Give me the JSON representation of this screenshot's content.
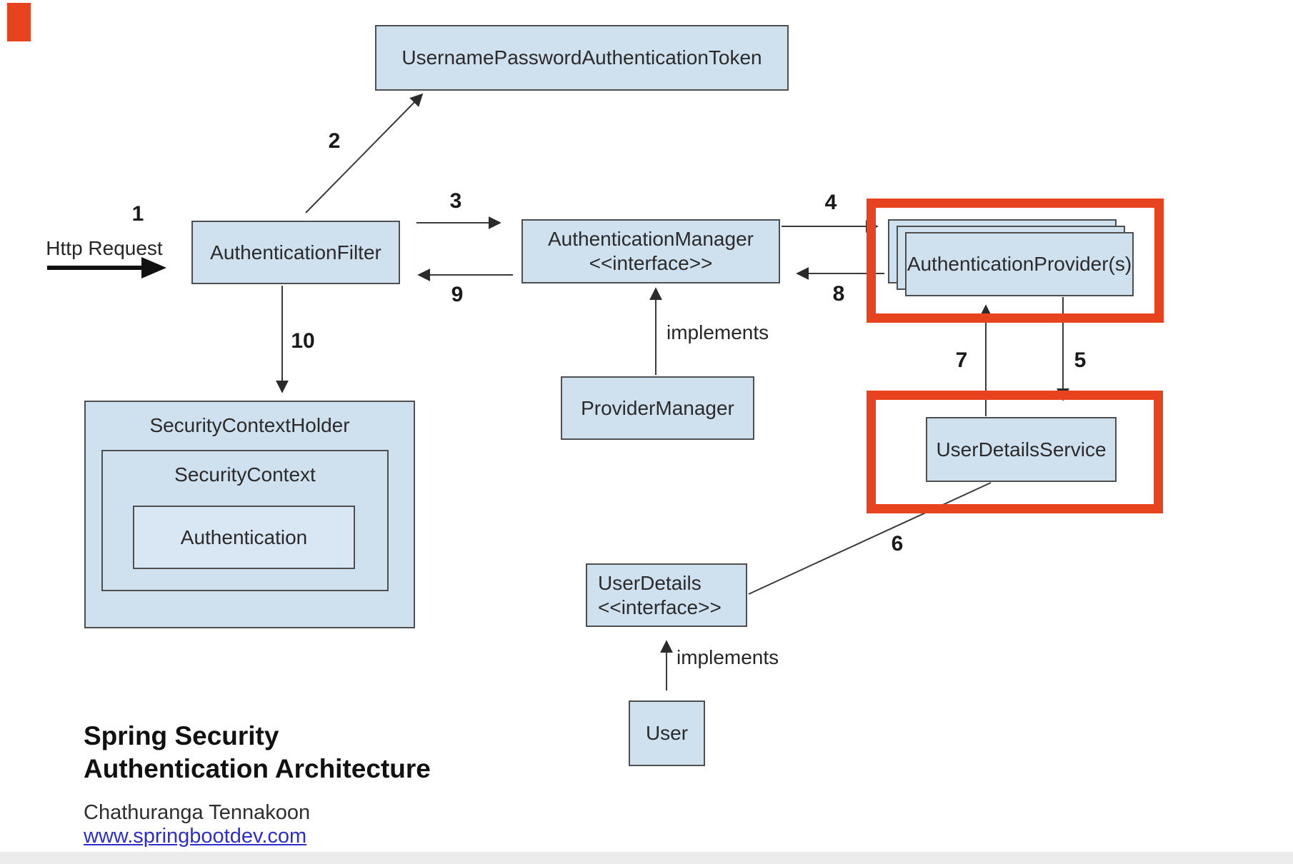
{
  "diagram": {
    "nodes": {
      "token": {
        "label": "UsernamePasswordAuthenticationToken"
      },
      "filter": {
        "label": "AuthenticationFilter"
      },
      "manager": {
        "label": "AuthenticationManager",
        "stereotype": "<<interface>>"
      },
      "provider_manager": {
        "label": "ProviderManager"
      },
      "providers": {
        "label": "AuthenticationProvider(s)"
      },
      "user_details_service": {
        "label": "UserDetailsService"
      },
      "security_context_holder": {
        "label": "SecurityContextHolder"
      },
      "security_context": {
        "label": "SecurityContext"
      },
      "authentication": {
        "label": "Authentication"
      },
      "user_details": {
        "label": "UserDetails",
        "stereotype": "<<interface>>"
      },
      "user": {
        "label": "User"
      }
    },
    "steps": {
      "s1": "1",
      "s2": "2",
      "s3": "3",
      "s4": "4",
      "s5": "5",
      "s6": "6",
      "s7": "7",
      "s8": "8",
      "s9": "9",
      "s10": "10"
    },
    "labels": {
      "http_request": "Http Request",
      "implements_manager": "implements",
      "implements_user": "implements"
    },
    "colors": {
      "node_fill": "#cfe0ef",
      "node_border": "#4f4f4f",
      "highlight_red": "#e8431f",
      "arrow": "#3a3a3a",
      "link_blue": "#2e2ecb"
    }
  },
  "footer": {
    "title_line1": "Spring Security",
    "title_line2": "Authentication Architecture",
    "author": "Chathuranga Tennakoon",
    "website": "www.springbootdev.com"
  }
}
